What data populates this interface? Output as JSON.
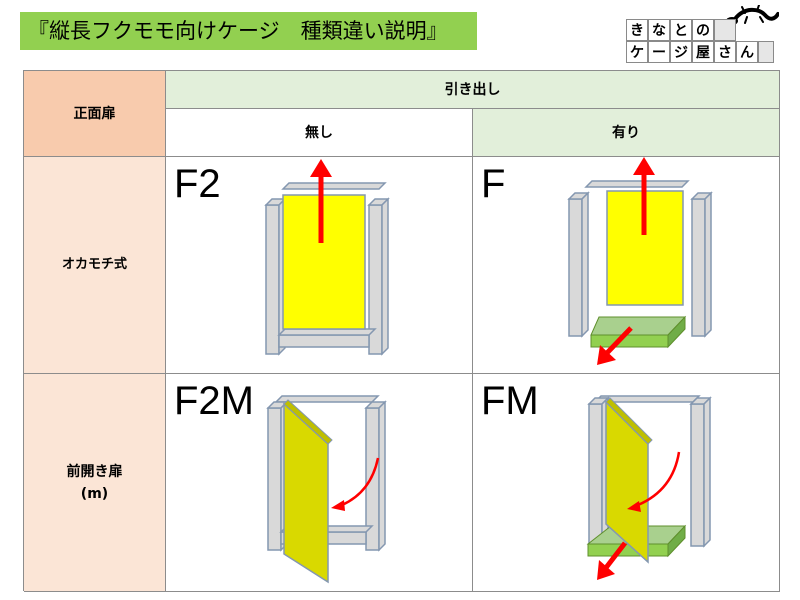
{
  "title": "『縦長フクモモ向けケージ　種類違い説明』",
  "logo": {
    "top_row": [
      "き",
      "な",
      "と",
      "の"
    ],
    "bottom_row": [
      "ケ",
      "ー",
      "ジ",
      "屋",
      "さ",
      "ん"
    ]
  },
  "table": {
    "corner_label": "正面扉",
    "column_group_label": "引き出し",
    "columns": [
      "無し",
      "有り"
    ],
    "rows": [
      {
        "label": "オカモチ式",
        "cells": [
          {
            "code": "F2",
            "door": "lift",
            "drawer": false
          },
          {
            "code": "F",
            "door": "lift",
            "drawer": true
          }
        ]
      },
      {
        "label": "前開き扉\n(m)",
        "cells": [
          {
            "code": "F2M",
            "door": "swing",
            "drawer": false
          },
          {
            "code": "FM",
            "door": "swing",
            "drawer": true
          }
        ]
      }
    ]
  },
  "colors": {
    "title_banner": "#92d050",
    "corner_cell": "#f8cbad",
    "row_header": "#fbe5d6",
    "column_group_header": "#e2efda",
    "column_no": "#ffffff",
    "column_yes": "#e2efda",
    "lift_door": "#ffff00",
    "swing_door": "#d9d900",
    "drawer": "#92d050",
    "frame": "#d9d9d9",
    "frame_stroke": "#8497b0",
    "arrow": "#ff0000"
  }
}
